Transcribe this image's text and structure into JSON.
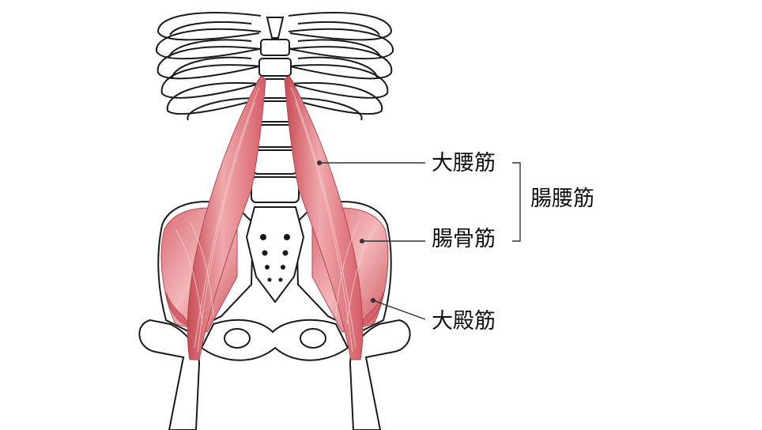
{
  "labels": {
    "psoas_major": "大腰筋",
    "iliacus": "腸骨筋",
    "iliopsoas": "腸腰筋",
    "gluteus_medius": "大殿筋"
  },
  "colors": {
    "muscle": "#e0727a",
    "muscle_light": "#f2b7b8",
    "muscle_dark": "#c84a55",
    "bone_fill": "#ffffff",
    "outline": "#1a1a1a",
    "leader": "#333333"
  }
}
